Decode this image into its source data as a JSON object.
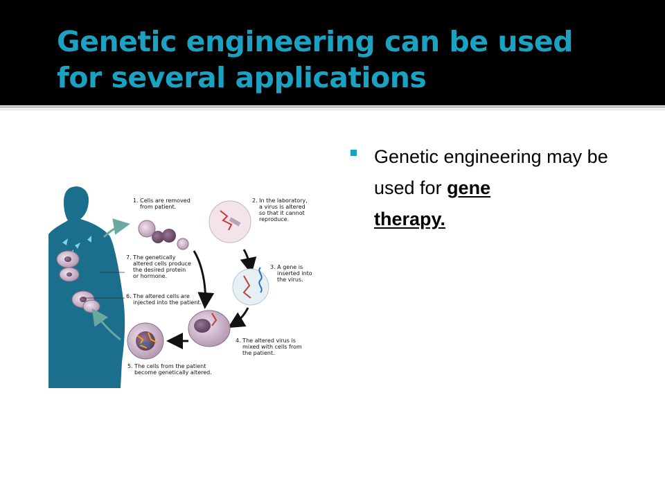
{
  "slide": {
    "title_line1": "Genetic engineering can be used",
    "title_line2": "for several applications"
  },
  "bullet": {
    "text_prefix": "Genetic engineering may be used for ",
    "highlight_line1": "gene",
    "highlight_line2": "therapy."
  },
  "diagram": {
    "steps": [
      {
        "line1": "1. Cells are removed",
        "line2": "from patient."
      },
      {
        "line1": "2. In the laboratory,",
        "line2": "a virus is altered",
        "line3": "so that it cannot",
        "line4": "reproduce."
      },
      {
        "line1": "3. A gene is",
        "line2": "inserted into",
        "line3": "the virus."
      },
      {
        "line1": "4. The altered virus is",
        "line2": "mixed with cells from",
        "line3": "the patient."
      },
      {
        "line1": "5. The cells from the patient",
        "line2": "become genetically altered."
      },
      {
        "line1": "6. The altered cells are",
        "line2": "injected into the patient."
      },
      {
        "line1": "7. The genetically",
        "line2": "altered cells produce",
        "line3": "the desired protein",
        "line4": "or hormone."
      }
    ]
  },
  "colors": {
    "accent": "#1ba1c2",
    "silhouette": "#1c6f8c",
    "title_bar": "#000000"
  }
}
